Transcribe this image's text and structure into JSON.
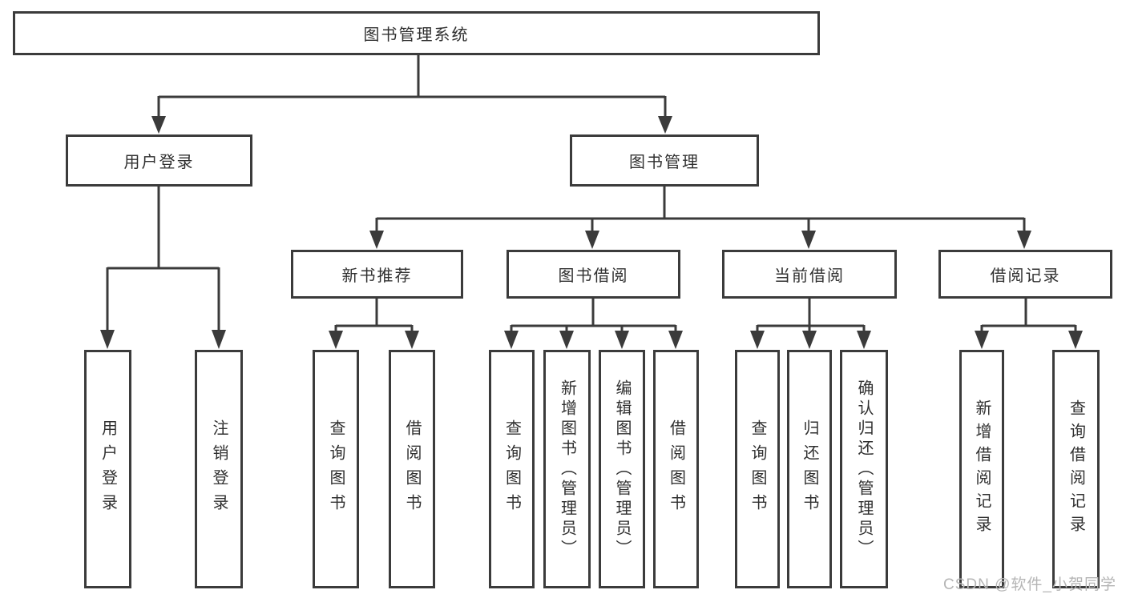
{
  "watermark": "CSDN @软件_小贺同学",
  "colors": {
    "line": "#3b3b3b",
    "border": "#3b3b3b",
    "text": "#303030",
    "watermark": "#b5b5b5",
    "background": "#ffffff"
  },
  "tree": {
    "label": "图书管理系统",
    "children": [
      {
        "label": "用户登录",
        "children": [
          {
            "label": "用户登录"
          },
          {
            "label": "注销登录"
          }
        ]
      },
      {
        "label": "图书管理",
        "children": [
          {
            "label": "新书推荐",
            "children": [
              {
                "label": "查询图书"
              },
              {
                "label": "借阅图书"
              }
            ]
          },
          {
            "label": "图书借阅",
            "children": [
              {
                "label": "查询图书"
              },
              {
                "label": "新增图书（管理员）"
              },
              {
                "label": "编辑图书（管理员）"
              },
              {
                "label": "借阅图书"
              }
            ]
          },
          {
            "label": "当前借阅",
            "children": [
              {
                "label": "查询图书"
              },
              {
                "label": "归还图书"
              },
              {
                "label": "确认归还（管理员）"
              }
            ]
          },
          {
            "label": "借阅记录",
            "children": [
              {
                "label": "新增借阅记录"
              },
              {
                "label": "查询借阅记录"
              }
            ]
          }
        ]
      }
    ]
  }
}
